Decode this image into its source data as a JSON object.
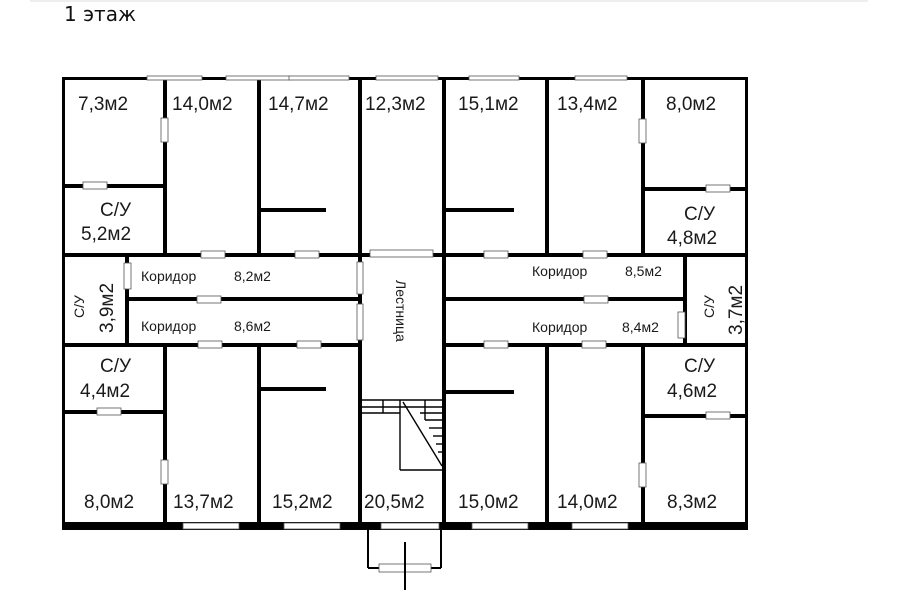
{
  "page": {
    "floor_title": "1 этаж"
  },
  "plan": {
    "top_row": [
      {
        "label": "7,3м2"
      },
      {
        "label": "14,0м2"
      },
      {
        "label": "14,7м2"
      },
      {
        "label": "12,3м2"
      },
      {
        "label": "15,1м2"
      },
      {
        "label": "13,4м2"
      },
      {
        "label": "8,0м2"
      }
    ],
    "bathrooms_upper": [
      {
        "type": "С/У",
        "area": "5,2м2"
      },
      {
        "type": "С/У",
        "area": "4,8м2"
      }
    ],
    "corridors": [
      {
        "name": "Коридор",
        "area": "8,2м2"
      },
      {
        "name": "Коридор",
        "area": "8,6м2"
      },
      {
        "name": "Коридор",
        "area": "8,5м2"
      },
      {
        "name": "Коридор",
        "area": "8,4м2"
      }
    ],
    "bathrooms_side": [
      {
        "type": "С/У",
        "area": "3,9м2"
      },
      {
        "type": "С/У",
        "area": "3,7м2"
      }
    ],
    "stairwell": {
      "label": "Лестница"
    },
    "bathrooms_lower": [
      {
        "type": "С/У",
        "area": "4,4м2"
      },
      {
        "type": "С/У",
        "area": "4,6м2"
      }
    ],
    "bottom_row": [
      {
        "label": "8,0м2"
      },
      {
        "label": "13,7м2"
      },
      {
        "label": "15,2м2"
      },
      {
        "label": "20,5м2"
      },
      {
        "label": "15,0м2"
      },
      {
        "label": "14,0м2"
      },
      {
        "label": "8,3м2"
      }
    ]
  }
}
